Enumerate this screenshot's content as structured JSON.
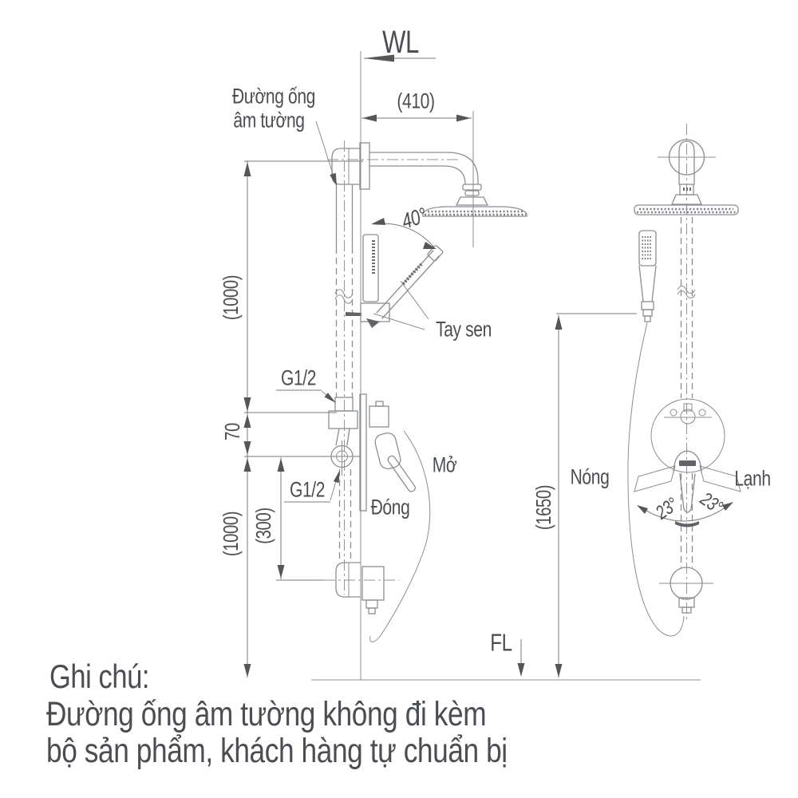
{
  "title": "Shower system installation technical drawing",
  "labels": {
    "wall_line": "WL",
    "floor_line": "FL",
    "concealed_pipe_line1": "Đường ống",
    "concealed_pipe_line2": "âm tường",
    "hand_shower": "Tay sen",
    "thread_top": "G1/2",
    "thread_bottom": "G1/2",
    "open": "Mở",
    "close": "Đóng",
    "hot": "Nóng",
    "cold": "Lạnh"
  },
  "dimensions": {
    "arm_length": "(410)",
    "swivel_angle": "40°",
    "upper_height": "(1000)",
    "valve_offset": "70",
    "lower_height": "(1000)",
    "outlet_height": "(300)",
    "overall_height": "(1650)",
    "lever_angle_left": "23°",
    "lever_angle_right": "23°"
  },
  "note": {
    "title": "Ghi chú:",
    "line1": "Đường ống âm tường không đi kèm",
    "line2": "bộ sản phẩm, khách hàng tự chuẩn bị"
  },
  "colors": {
    "line": "#8a8e92",
    "text": "#4a4e52",
    "background": "#ffffff"
  }
}
